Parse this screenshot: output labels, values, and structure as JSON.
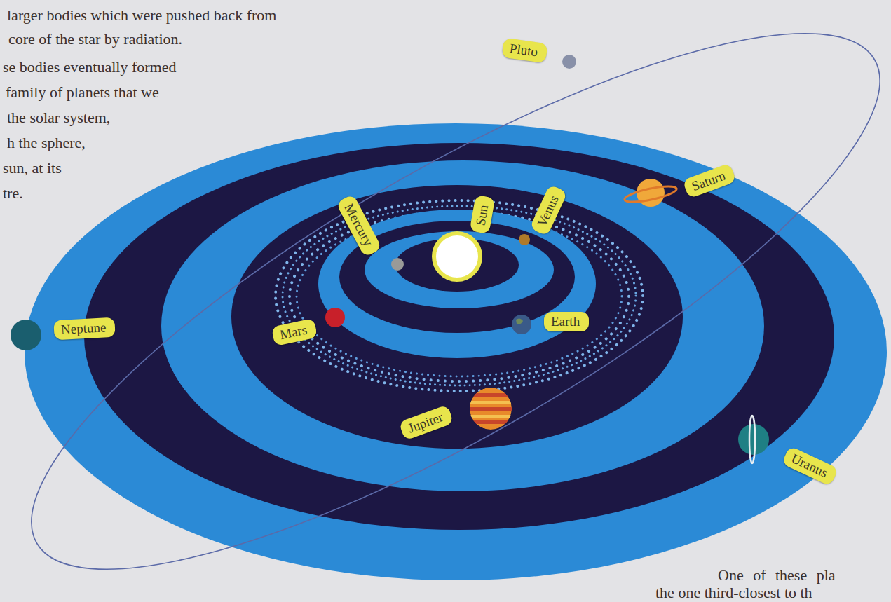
{
  "diagram": {
    "nodes": [
      {
        "text": [
          "Pluto"
        ]
      },
      {
        "text": [
          "Saturn"
        ]
      },
      {
        "text": [
          "Mercury"
        ]
      },
      {
        "text": [
          "Sun"
        ]
      },
      {
        "text": [
          "Venus"
        ]
      },
      {
        "text": [
          "Earth"
        ]
      },
      {
        "text": [
          "Mars"
        ]
      },
      {
        "text": [
          "Neptune"
        ]
      },
      {
        "text": [
          "Jupiter"
        ]
      },
      {
        "text": [
          "Uranus"
        ]
      }
    ],
    "labels": [
      "larger bodies which were pushed back from",
      "core of the star by radiation.",
      "se bodies eventually formed",
      "family of planets that we",
      "the solar system,",
      "h the sphere,",
      "sun, at its",
      "tre.",
      "One of these pla",
      "the one third-closest to th"
    ]
  }
}
